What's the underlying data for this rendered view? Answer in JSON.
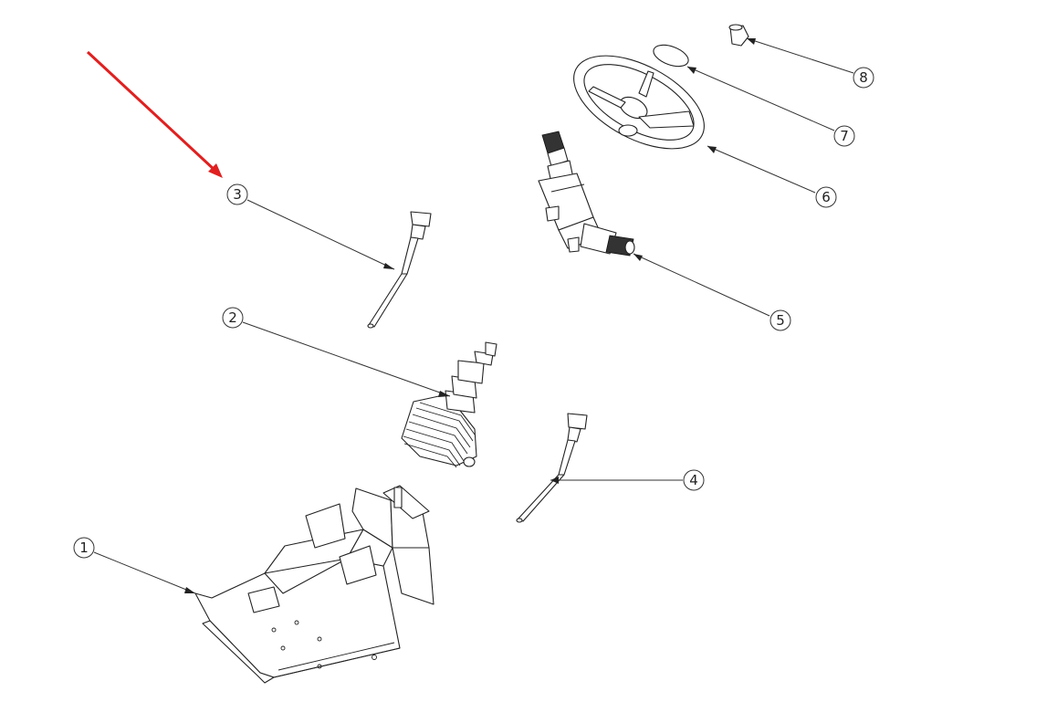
{
  "diagram": {
    "callouts": [
      {
        "id": "callout-1",
        "label": "1"
      },
      {
        "id": "callout-2",
        "label": "2"
      },
      {
        "id": "callout-3",
        "label": "3"
      },
      {
        "id": "callout-4",
        "label": "4"
      },
      {
        "id": "callout-5",
        "label": "5"
      },
      {
        "id": "callout-6",
        "label": "6"
      },
      {
        "id": "callout-7",
        "label": "7"
      },
      {
        "id": "callout-8",
        "label": "8"
      }
    ],
    "highlight_arrow_color": "#e02020",
    "line_color": "#222222",
    "background": "#ffffff"
  }
}
